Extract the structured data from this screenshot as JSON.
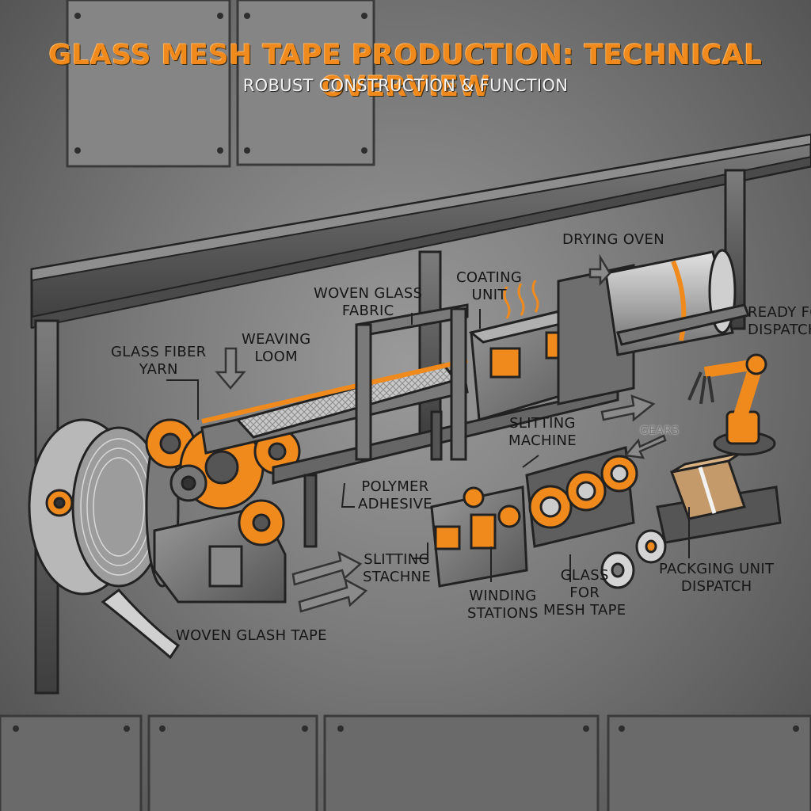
{
  "header": {
    "title": "GLASS MESH TAPE PRODUCTION: TECHNICAL OVERVIEW",
    "subtitle": "ROBUST CONSTRUCTION & FUNCTION"
  },
  "labels": {
    "glass_fiber_yarn": [
      "GLASS FIBER",
      "YARN"
    ],
    "weaving_loom": [
      "WEAVING",
      "LOOM"
    ],
    "woven_glass_fabric": [
      "WOVEN GLASS",
      "FABRIC"
    ],
    "coating_unit": [
      "COATING",
      "UNIT"
    ],
    "drying_oven": "DRYING OVEN",
    "ready_for_dispatch": [
      "READY FO",
      "DISPATCH"
    ],
    "slitting_machine": [
      "SLITTING",
      "MACHINE"
    ],
    "gears": "GEARS",
    "polymer_adhesive": [
      "POLYMER",
      "ADHESIVE"
    ],
    "slitting_stachne": [
      "SLITTING",
      "STACHNE"
    ],
    "winding_stations": [
      "WINDING",
      "STATIONS"
    ],
    "glass_for_mesh_tape": [
      "GLASS",
      "FOR",
      "MESH TAPE"
    ],
    "packaging_unit_dispatch": [
      "PACKGING UNIT",
      "DISPATCH"
    ],
    "woven_glash_tape": "WOVEN GLASH TAPE"
  },
  "colors": {
    "accent_orange": "#f08a1c",
    "steel_dark": "#4a4a4a",
    "steel_mid": "#6e6e6e",
    "steel_light": "#a8a8a8",
    "background": "#7a7a7a"
  }
}
